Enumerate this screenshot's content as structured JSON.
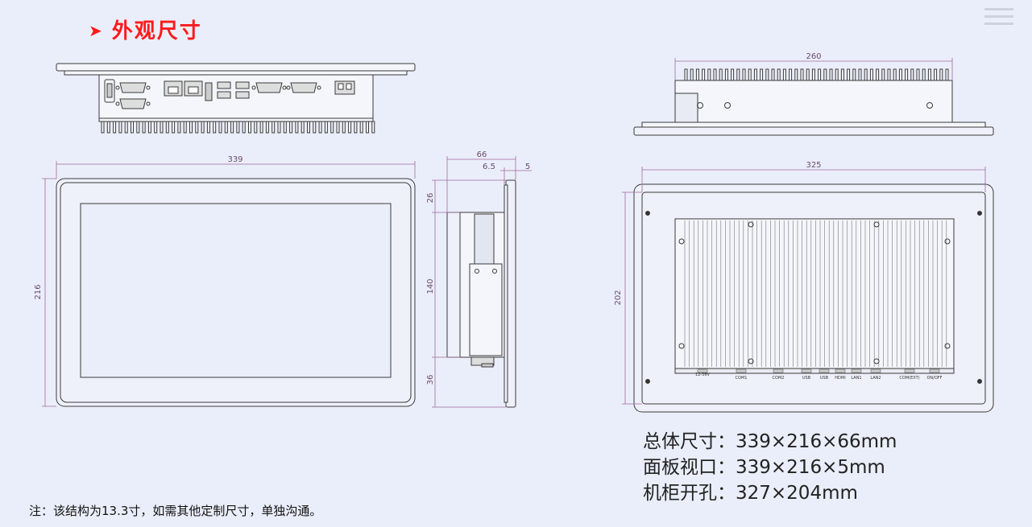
{
  "title": "外观尺寸",
  "dimensions": {
    "front_width": "339",
    "front_height": "216",
    "side_depth": "66",
    "side_offset": "6.5",
    "side_panel": "5",
    "side_top": "26",
    "side_mid": "140",
    "side_bottom": "36",
    "top_width": "260",
    "back_width": "325",
    "back_height": "202"
  },
  "port_labels": [
    "12-36V",
    "COM1",
    "COM2",
    "USB",
    "USB",
    "HDMI",
    "LAN1",
    "LAN2",
    "COM(EXT)",
    "ON/OFF"
  ],
  "specs": [
    {
      "label": "总体尺寸：",
      "value": "339×216×66mm"
    },
    {
      "label": "面板视口：",
      "value": "339×216×5mm"
    },
    {
      "label": "机柜开孔：",
      "value": "327×204mm"
    }
  ],
  "note": "注：该结构为13.3寸，如需其他定制尺寸，单独沟通。"
}
